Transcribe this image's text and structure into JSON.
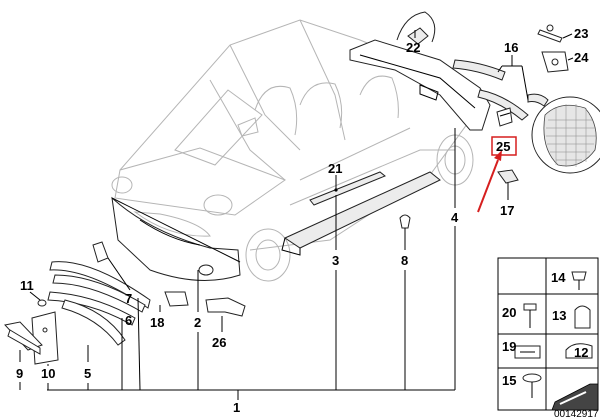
{
  "callouts": {
    "c1": "1",
    "c2": "2",
    "c3": "3",
    "c4": "4",
    "c5": "5",
    "c6": "6",
    "c7": "7",
    "c8": "8",
    "c9": "9",
    "c10": "10",
    "c11": "11",
    "c12": "12",
    "c13": "13",
    "c14": "14",
    "c15": "15",
    "c16": "16",
    "c17": "17",
    "c18": "18",
    "c19": "19",
    "c20": "20",
    "c21": "21",
    "c22": "22",
    "c23": "23",
    "c24": "24",
    "c25": "25",
    "c26": "26"
  },
  "highlight": {
    "part": "25",
    "color": "#d61f1f"
  },
  "diagram_id": "00142917"
}
